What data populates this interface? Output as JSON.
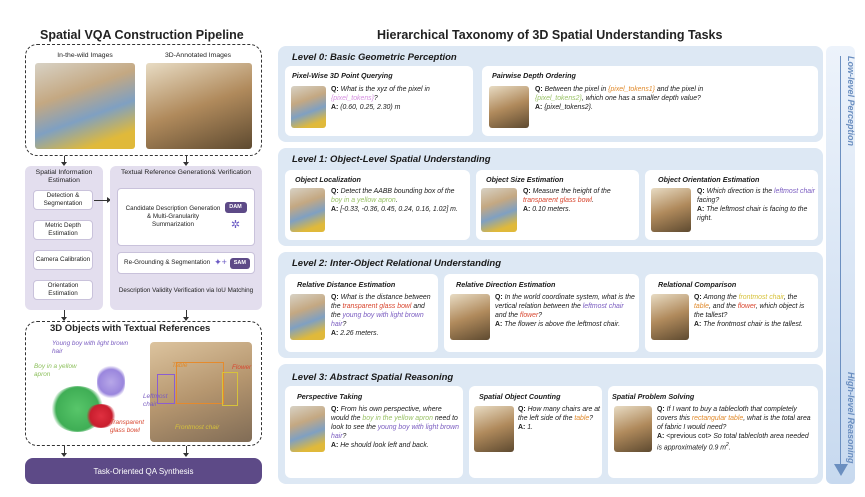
{
  "left": {
    "title": "Spatial VQA Construction Pipeline",
    "in_the_wild": "In-the-wild Images",
    "annotated": "3D-Annotated Images",
    "spatial_info": "Spatial Information Estimation",
    "detection": "Detection & Segmentation",
    "metric_depth": "Metric Depth Estimation",
    "camera": "Camera Calibration",
    "orientation": "Orientation Estimation",
    "textual_ref": "Textual Reference Generation& Verification",
    "candidate": "Candidate Description Generation & Multi-Granularity Summarization",
    "dam": "DAM",
    "regrounding": "Re-Grounding & Segmentation",
    "sam": "SAM",
    "validity": "Description Validity Verification via IoU Matching",
    "objects_title": "3D Objects with Textual References",
    "label_boy_hair": "Young boy with light brown hair",
    "label_boy_apron": "Boy in a yellow apron",
    "label_bowl": "Transparent glass bowl",
    "label_table": "Table",
    "label_flower": "Flower",
    "label_leftmost": "Leftmost chair",
    "label_frontmost": "Frontmost chair",
    "synthesis": "Task-Oriented QA Synthesis"
  },
  "right": {
    "title": "Hierarchical Taxonomy of 3D Spatial Understanding Tasks",
    "side_top": "Low-level Perception",
    "side_bottom": "High-level Reasoning",
    "l0": {
      "title": "Level 0: Basic Geometric Perception",
      "c1_title": "Pixel-Wise 3D Point Querying",
      "c1_q_a": "What is the xyz of the pixel in ",
      "c1_q_b": "{pixel_tokens}",
      "c1_q_c": "?",
      "c1_a": "(0.60, 0.25, 2.30) m",
      "c2_title": "Pairwise Depth Ordering",
      "c2_q_a": "Between the pixel in ",
      "c2_q_b": "{pixel_tokens1}",
      "c2_q_c": " and the pixel in ",
      "c2_q_d": "{pixel_tokens2}",
      "c2_q_e": ", which one has a smaller depth value?",
      "c2_a": "{pixel_tokens2}."
    },
    "l1": {
      "title": "Level 1: Object-Level Spatial Understanding",
      "c1_title": "Object Localization",
      "c1_q_a": "Detect the AABB bounding box of the ",
      "c1_q_b": "boy in a yellow apron",
      "c1_q_c": ".",
      "c1_a": "[-0.33, -0.36, 0.45, 0.24, 0.16, 1.02] m.",
      "c2_title": "Object Size Estimation",
      "c2_q_a": "Measure the height of the ",
      "c2_q_b": "transparent glass bowl",
      "c2_q_c": ".",
      "c2_a": "0.10 meters.",
      "c3_title": "Object Orientation Estimation",
      "c3_q_a": "Which direction is the ",
      "c3_q_b": "leftmost chair",
      "c3_q_c": " facing?",
      "c3_a": "The leftmost chair is facing to the right."
    },
    "l2": {
      "title": "Level 2: Inter-Object Relational Understanding",
      "c1_title": "Relative Distance Estimation",
      "c1_q_a": "What is the distance between the ",
      "c1_q_b": "transparent glass bowl",
      "c1_q_c": " and the ",
      "c1_q_d": "young boy with light brown hair",
      "c1_q_e": "?",
      "c1_a": "2.26 meters.",
      "c2_title": "Relative Direction Estimation",
      "c2_q_a": "In the world coordinate system, what is the vertical relation between the ",
      "c2_q_b": "leftmost chair",
      "c2_q_c": " and the ",
      "c2_q_d": "flower",
      "c2_q_e": "?",
      "c2_a": "The flower is above the leftmost chair.",
      "c3_title": "Relational Comparison",
      "c3_q_a": "Among the ",
      "c3_q_b": "frontmost chair",
      "c3_q_c": ", the ",
      "c3_q_d": "table",
      "c3_q_e": ", and the ",
      "c3_q_f": "flower",
      "c3_q_g": ", which object is the tallest?",
      "c3_a": "The frontmost chair is the tallest."
    },
    "l3": {
      "title": "Level 3: Abstract Spatial Reasoning",
      "c1_title": "Perspective Taking",
      "c1_q_a": "From his own perspective, where would the ",
      "c1_q_b": "boy in the yellow apron",
      "c1_q_c": " need to look to see the ",
      "c1_q_d": "young boy with light brown hair",
      "c1_q_e": "?",
      "c1_a": "He should look left and back.",
      "c2_title": "Spatial Object Counting",
      "c2_q_a": "How many chairs are at the left side of the ",
      "c2_q_b": "table",
      "c2_q_c": "?",
      "c2_a": "1.",
      "c3_title": "Spatial Problem Solving",
      "c3_q_a": "If I want to buy a tablecloth that completely covers this ",
      "c3_q_b": "rectangular table",
      "c3_q_c": ", what is the total area of fabric I would need?",
      "c3_a_a": "<previous cot>",
      "c3_a_b": " So total tablecloth area needed is approximately 0.9 m",
      "c3_a_c": "2",
      "c3_a_d": "."
    },
    "q_label": "Q:",
    "a_label": "A:"
  }
}
